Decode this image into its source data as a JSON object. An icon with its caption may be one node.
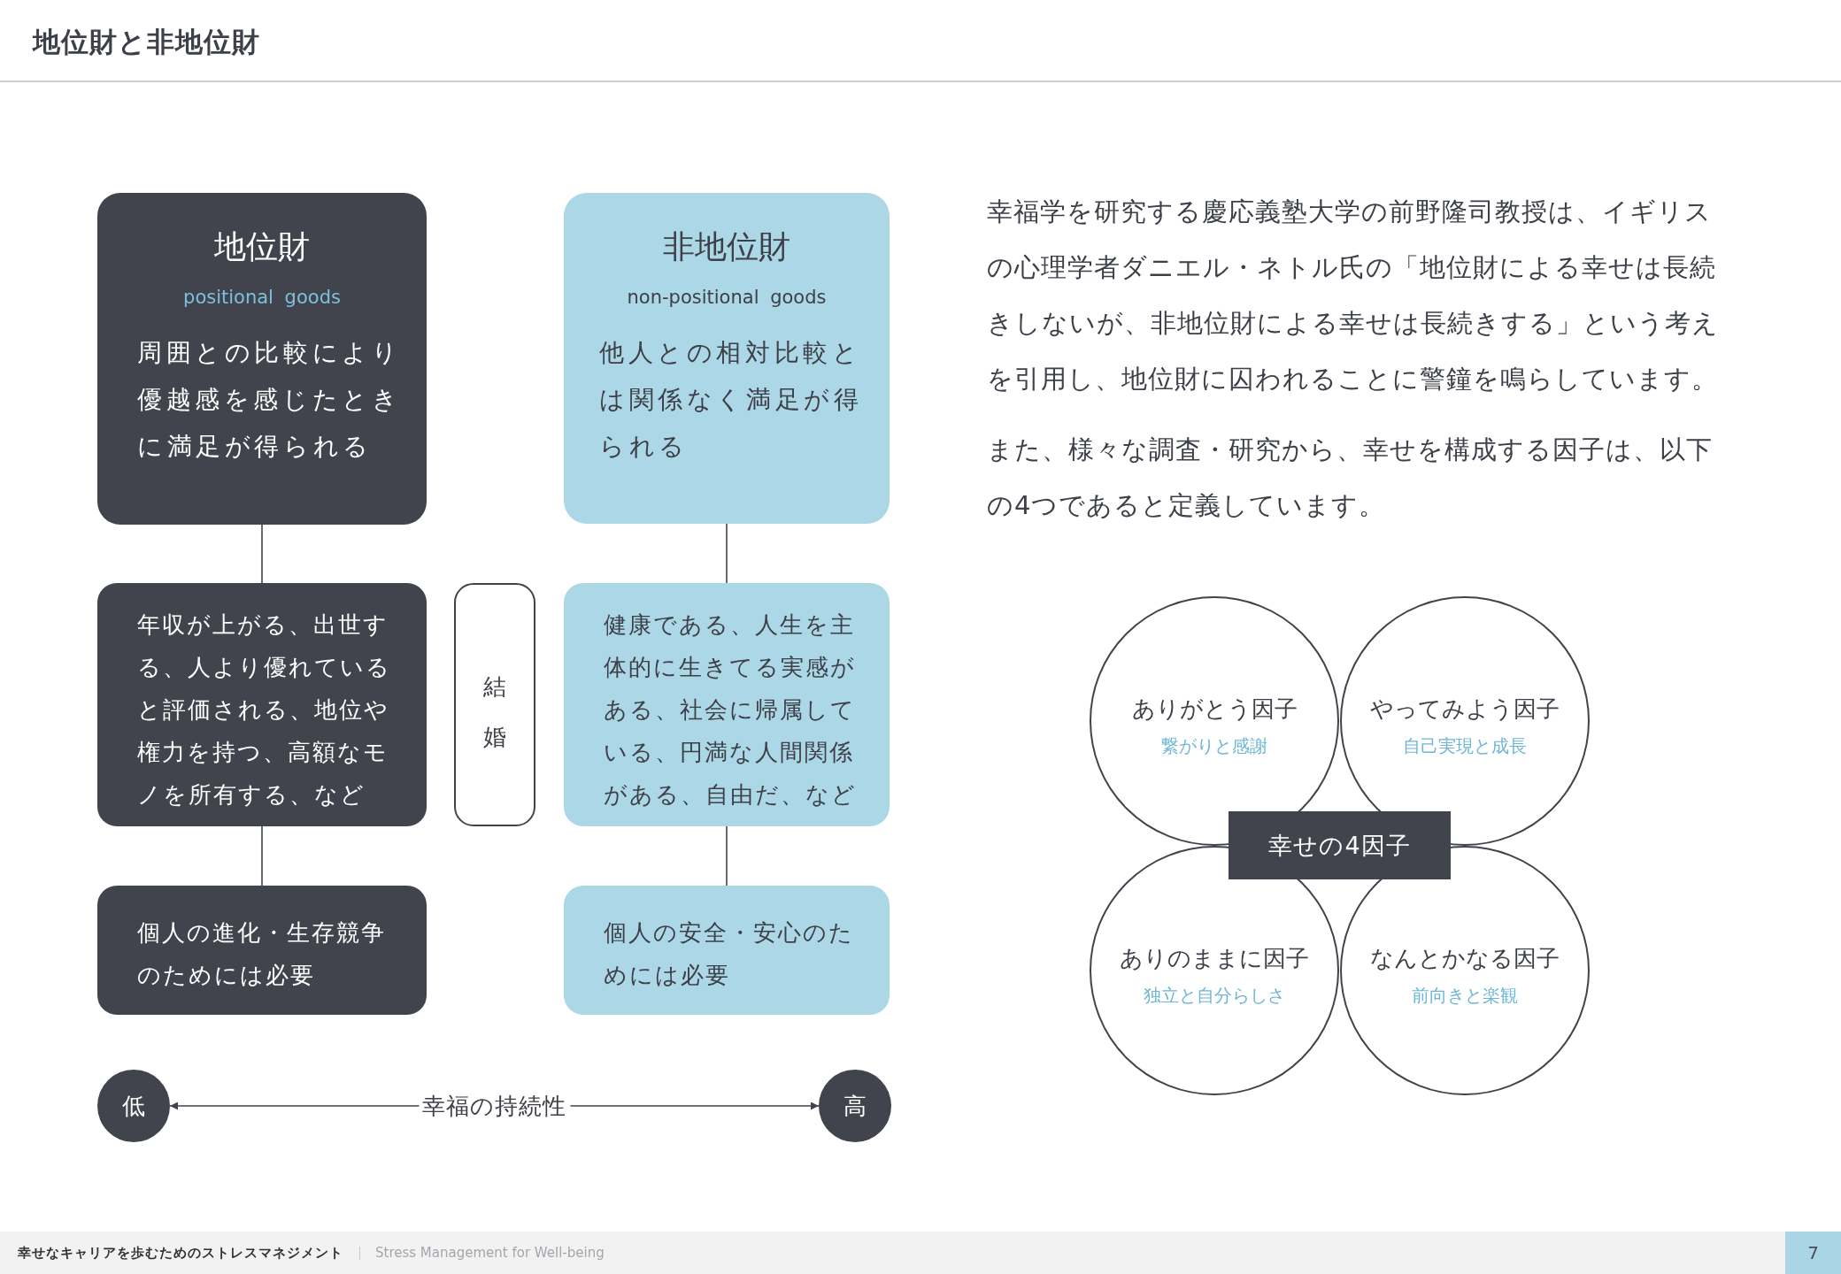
{
  "diagram": {
    "title": "地位財と非地位財",
    "nodes": [
      {
        "text": [
          "地位財",
          "positional goods",
          "周囲との比較により優越感を感じたときに満足が得られる"
        ]
      },
      {
        "text": [
          "非地位財",
          "non-positional goods",
          "他人との相対比較とは関係なく満足が得られる"
        ]
      },
      {
        "text": [
          "年収が上がる、出世する、人より優れていると評価される、地位や権力を持つ、高額なモノを所有する、など"
        ]
      },
      {
        "text": [
          "結婚"
        ]
      },
      {
        "text": [
          "健康である、人生を主体的に生きてる実感がある、社会に帰属している、円満な人間関係がある、自由だ、など"
        ]
      },
      {
        "text": [
          "個人の進化・生存競争のためには必要"
        ]
      },
      {
        "text": [
          "個人の安全・安心のためには必要"
        ]
      },
      {
        "text": [
          "低"
        ]
      },
      {
        "text": [
          "高"
        ]
      },
      {
        "text": [
          "ありがとう因子",
          "繋がりと感謝"
        ]
      },
      {
        "text": [
          "やってみよう因子",
          "自己実現と成長"
        ]
      },
      {
        "text": [
          "幸せの4因子"
        ]
      },
      {
        "text": [
          "ありのままに因子",
          "独立と自分らしさ"
        ]
      },
      {
        "text": [
          "なんとかなる因子",
          "前向きと楽観"
        ]
      }
    ],
    "edges": [
      {
        "from": 0,
        "to": 2,
        "arrow": "none"
      },
      {
        "from": 2,
        "to": 5,
        "arrow": "none"
      },
      {
        "from": 1,
        "to": 4,
        "arrow": "none"
      },
      {
        "from": 4,
        "to": 6,
        "arrow": "none"
      },
      {
        "from": 7,
        "to": 8,
        "arrow": "both",
        "label": "幸福の持続性"
      }
    ],
    "labels": [
      "幸福学を研究する慶応義塾大学の前野隆司教授は、イギリスの心理学者ダニエル・ネトル氏の「地位財による幸せは長続きしないが、非地位財による幸せは長続きする」という考えを引用し、地位財に囚われることに警鐘を鳴らしています。",
      "また、様々な調査・研究から、幸せを構成する因子は、以下の4つであると定義しています。",
      "幸せなキャリアを歩むためのストレスマネジメント",
      "Stress Management for Well-being",
      "7"
    ]
  }
}
